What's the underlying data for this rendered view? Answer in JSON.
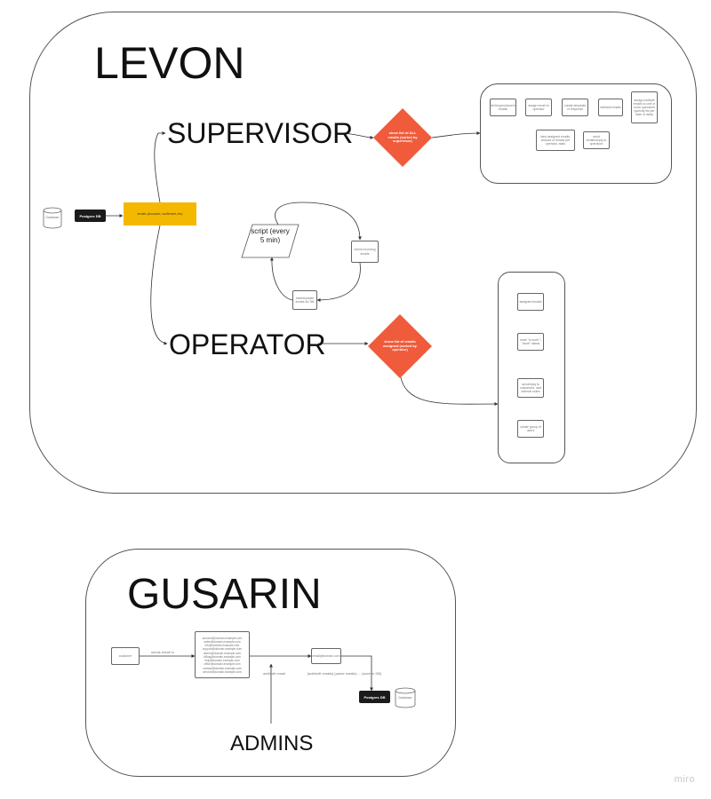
{
  "levon": {
    "title": "LEVON",
    "supervisor_label": "SUPERVISOR",
    "operator_label": "OPERATOR",
    "db_label": "Database",
    "postgres_label": "Postgres DB",
    "yellow_label": "emails (bounced, confirmed, etc)",
    "supervisor_diamond": "show list of ALL emails (sorted by supervisor)",
    "operator_diamond": "show list of emails assigned (sorted by operator)",
    "script_label": "script (every 5 min)",
    "cycle_right_label": "check incoming emails",
    "cycle_bottom_label": "insert/update emails for DB",
    "supervisor_cards": [
      "delete/reopen/close/mark emails",
      "assign email to operator",
      "create template of response",
      "edit/add emails",
      "assign multiple emails to one or more operators (specify list per date of data)",
      "view assigned emails, amount of emails per operator, stats",
      "send emails/reply to operators"
    ],
    "operator_cards": [
      "assigned emails",
      "mark \"in work\" / \"done\" status",
      "send/reply to customers, add internal notes",
      "create group of users"
    ]
  },
  "gusarin": {
    "title": "GUSARIN",
    "customer_label": "customer",
    "arrow_label": "sends email to",
    "emails_list": [
      "account@domain.example.com",
      "sales@domain.example.com",
      "info@domain.example.com",
      "support@domain.example.com",
      "",
      "admin@domain.example.com",
      "billing@domain.example.com",
      "help@domain.example.com",
      "office@domain.example.com",
      "",
      "contact@domain.example.com",
      "service@domain.example.com"
    ],
    "collector_label": "email@domain.com",
    "add_label": "add/edit email",
    "flow_label": "[add/edit emails] (parse emails) ... (save to DB)",
    "postgres_label": "Postgres DB",
    "db_label": "Database",
    "admins_label": "ADMINS"
  },
  "watermark": "miro"
}
